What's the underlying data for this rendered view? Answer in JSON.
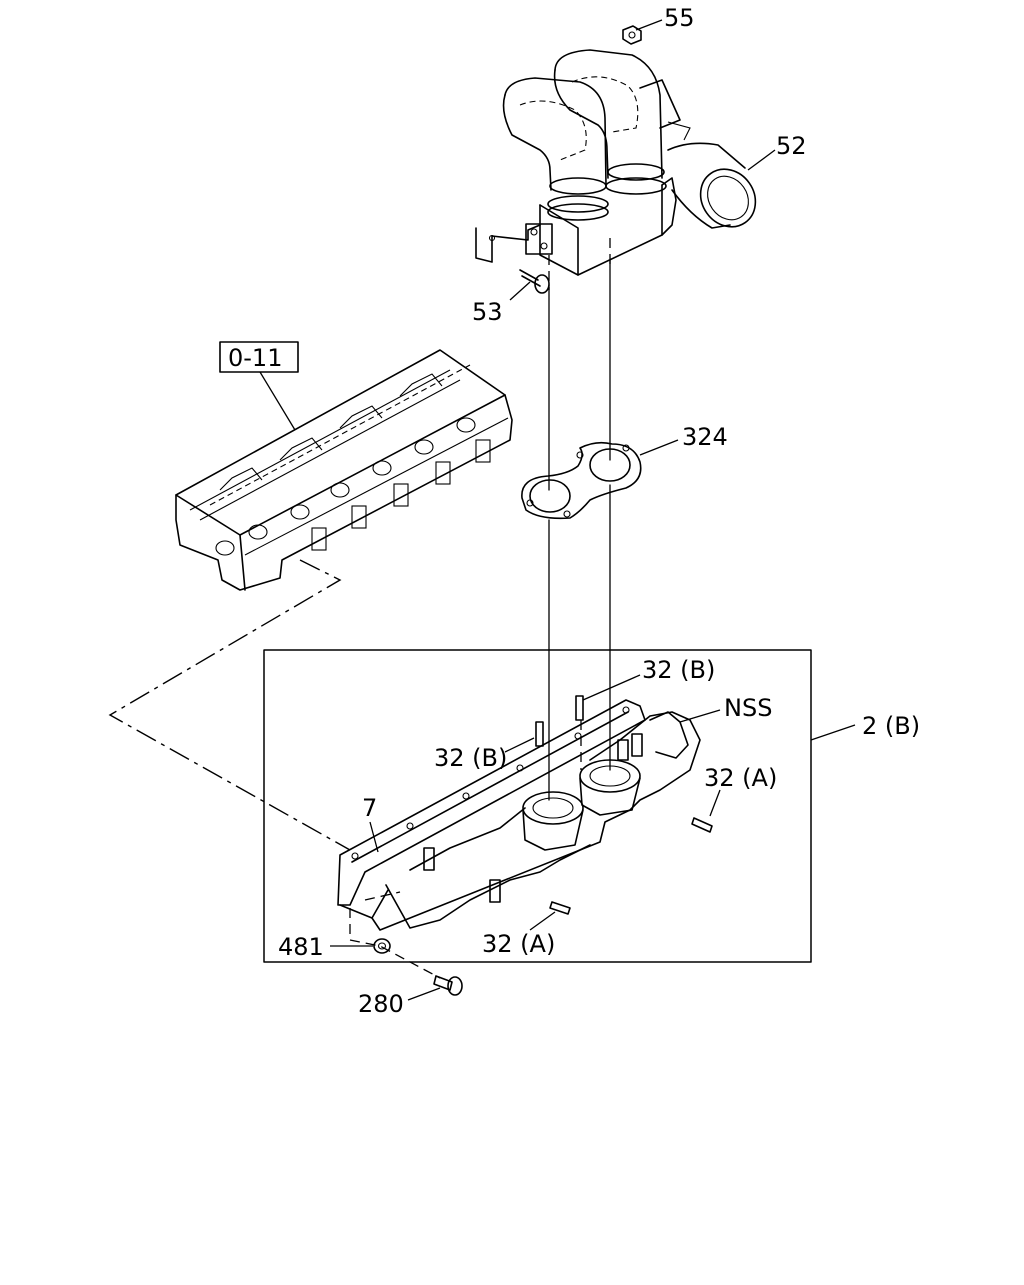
{
  "labels": {
    "p55": "55",
    "p52": "52",
    "p53": "53",
    "ref": "0-11",
    "p324": "324",
    "p32b_top": "32 (B)",
    "nss": "NSS",
    "p2b": "2 (B)",
    "p32b_left": "32 (B)",
    "p32a_right": "32 (A)",
    "p7": "7",
    "p481": "481",
    "p32a_bottom": "32 (A)",
    "p280": "280"
  }
}
